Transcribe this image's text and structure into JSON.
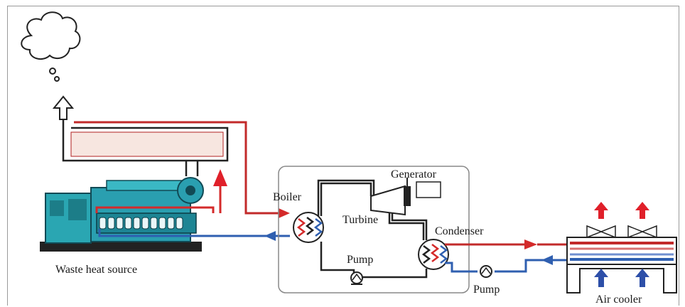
{
  "labels": {
    "waste_heat_source": "Waste heat source",
    "boiler": "Boiler",
    "turbine": "Turbine",
    "generator": "Generator",
    "condenser": "Condenser",
    "pump_inner": "Pump",
    "pump_outer": "Pump",
    "air_cooler": "Air cooler"
  },
  "colors": {
    "hot": "#d42a2a",
    "cold": "#2f5fb0",
    "line": "#222222",
    "engine": "#2aa6b2",
    "arrow_hot": "#e0202a",
    "arrow_cold": "#2d4fa8"
  },
  "icons": [
    "smoke-cloud-icon",
    "exhaust-up-arrow-icon",
    "fan-icon",
    "heat-exchanger-coil-icon",
    "pump-icon",
    "generator-icon"
  ]
}
